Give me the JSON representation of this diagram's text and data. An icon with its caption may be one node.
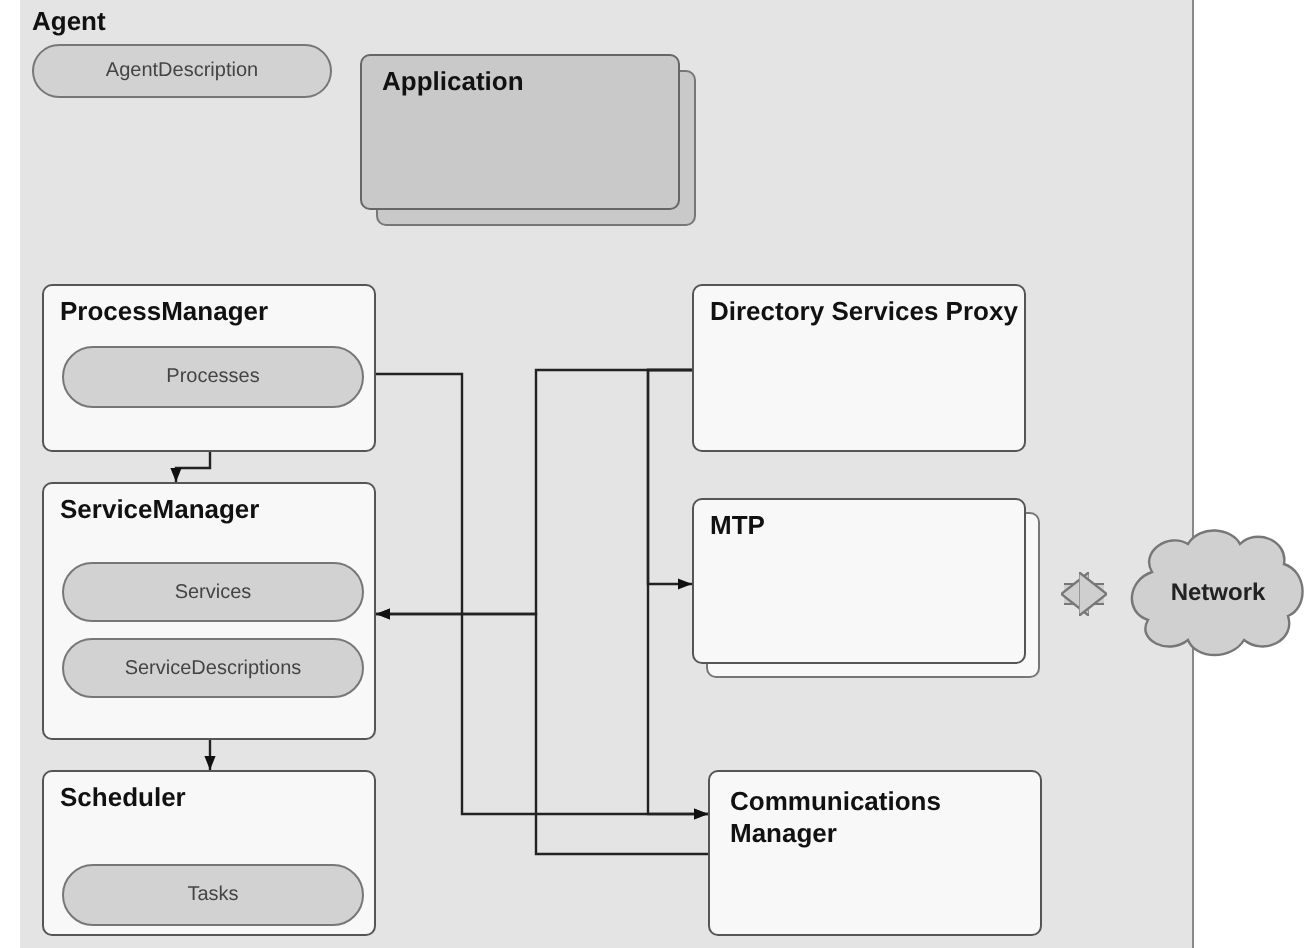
{
  "diagram": {
    "nodes": [
      {
        "text": [
          "Agent"
        ]
      },
      {
        "text": [
          "AgentDescription"
        ],
        "in": 0
      },
      {
        "text": [
          "Application"
        ],
        "in": 0
      },
      {
        "text": [
          "ProcessManager"
        ],
        "in": 0
      },
      {
        "text": [
          "Processes"
        ],
        "in": 3
      },
      {
        "text": [
          "ServiceManager"
        ],
        "in": 0
      },
      {
        "text": [
          "Services"
        ],
        "in": 5
      },
      {
        "text": [
          "ServiceDescriptions"
        ],
        "in": 5
      },
      {
        "text": [
          "Scheduler"
        ],
        "in": 0
      },
      {
        "text": [
          "Tasks"
        ],
        "in": 8
      },
      {
        "text": [
          "Directory Services Proxy"
        ],
        "in": 0
      },
      {
        "text": [
          "MTP"
        ],
        "in": 0
      },
      {
        "text": [
          "Communications Manager"
        ],
        "in": 0
      },
      {
        "text": [
          "Network"
        ]
      }
    ],
    "edges": [
      {
        "from": 3,
        "to": 5,
        "arrow": "to"
      },
      {
        "from": 5,
        "to": 8,
        "arrow": "to"
      },
      {
        "from": 4,
        "to": 12,
        "arrow": "to"
      },
      {
        "from": 10,
        "to": 5,
        "arrow": "to"
      },
      {
        "from": 12,
        "to": 5,
        "arrow": "to"
      },
      {
        "from": 10,
        "to": 11,
        "arrow": "to"
      },
      {
        "from": 10,
        "to": 12,
        "arrow": "to"
      },
      {
        "from": 11,
        "to": 13,
        "arrow": "both",
        "style": "thick"
      }
    ]
  }
}
